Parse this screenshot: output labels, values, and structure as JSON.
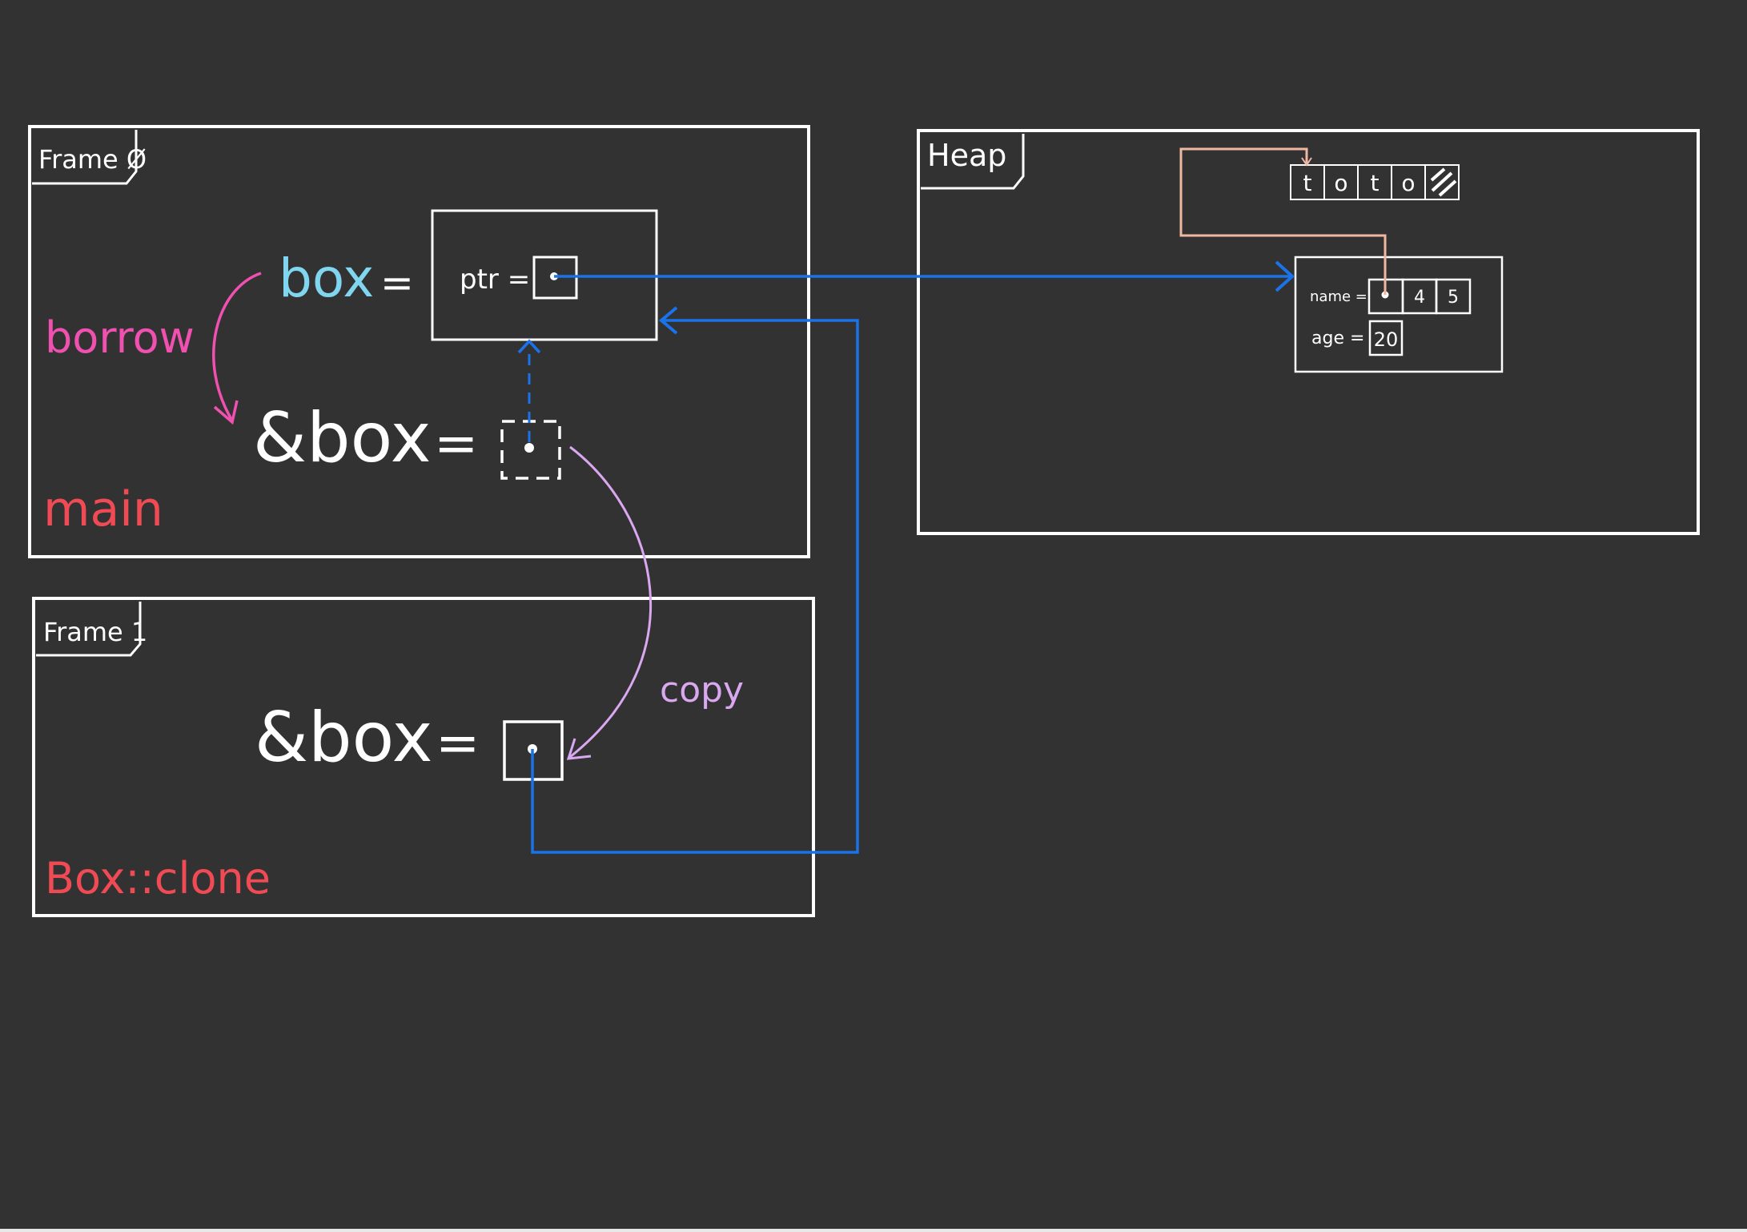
{
  "colors": {
    "background": "#323232",
    "stroke": "#ffffff",
    "pointer": "#1a73e8",
    "box_label": "#7fd6ee",
    "borrow": "#f050b0",
    "frame_name": "#f04b55",
    "copy": "#d9a8f0",
    "string_link": "#f0b8a0"
  },
  "frame0": {
    "title": "Frame Ø",
    "fn_name": "main",
    "box_var": "box",
    "equals": "=",
    "ptr_label": "ptr =",
    "ref_var": "&box",
    "ref_equals": "=",
    "borrow_label": "borrow"
  },
  "frame1": {
    "title": "Frame 1",
    "fn_name": "Box::clone",
    "ref_var": "&box",
    "ref_equals": "=",
    "copy_label": "copy"
  },
  "heap": {
    "title": "Heap",
    "string_chars": [
      "t",
      "o",
      "t",
      "o"
    ],
    "name_label": "name =",
    "name_len": "4",
    "name_cap": "5",
    "age_label": "age =",
    "age_value": "20"
  }
}
